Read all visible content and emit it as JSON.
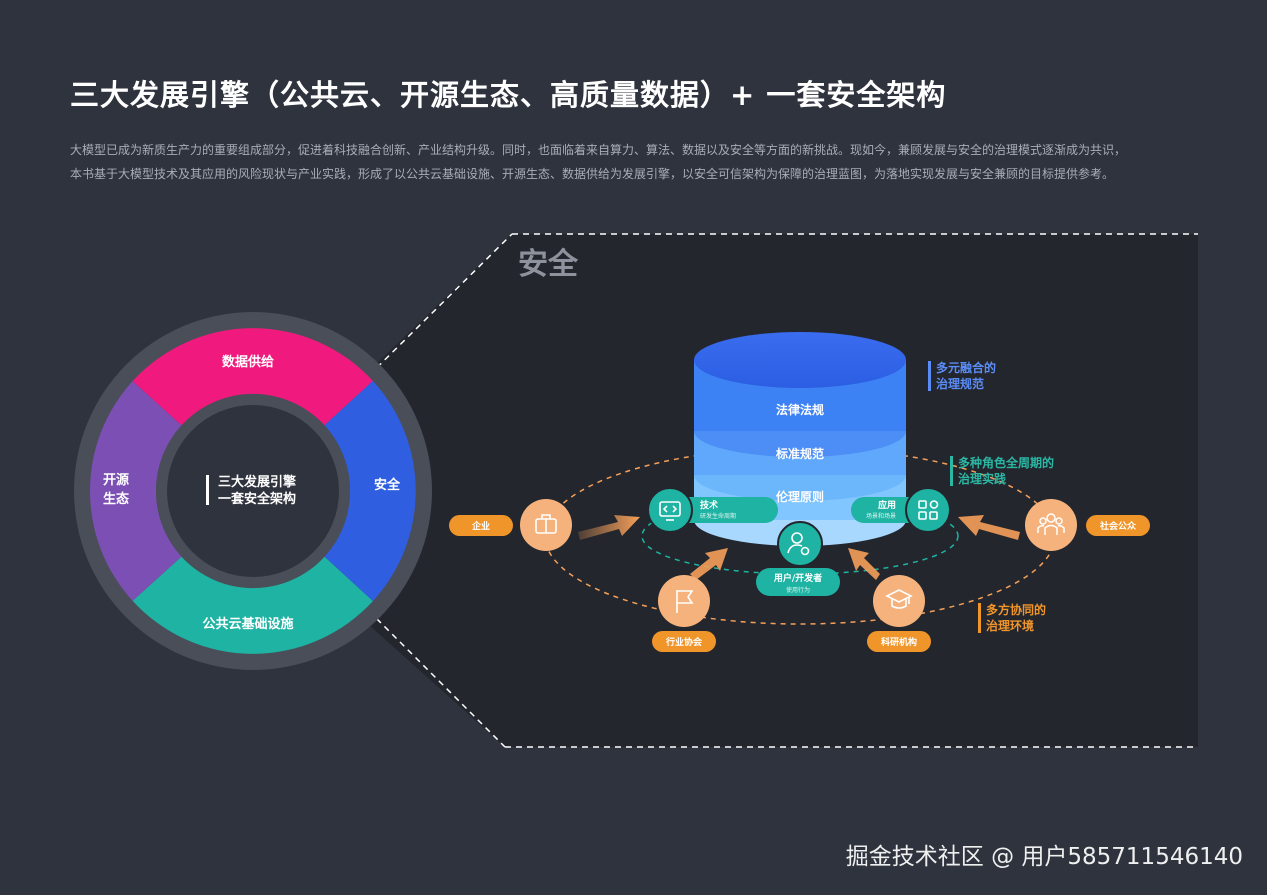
{
  "header": {
    "title": "三大发展引擎（公共云、开源生态、高质量数据）+ 一套安全架构",
    "intro_line1": "大模型已成为新质生产力的重要组成部分，促进着科技融合创新、产业结构升级。同时，也面临着来自算力、算法、数据以及安全等方面的新挑战。现如今，兼顾发展与安全的治理模式逐渐成为共识，",
    "intro_line2": "本书基于大模型技术及其应用的风险现状与产业实践，形成了以公共云基础设施、开源生态、数据供给为发展引擎，以安全可信架构为保障的治理蓝图，为落地实现发展与安全兼顾的目标提供参考。"
  },
  "ring": {
    "center_line1": "三大发展引擎",
    "center_line2": "一套安全架构",
    "segments": {
      "data_supply": "数据供给",
      "open_source_1": "开源",
      "open_source_2": "生态",
      "security": "安全",
      "public_cloud": "公共云基础设施"
    }
  },
  "security_panel": {
    "title": "安全",
    "cylinder": {
      "layer1": "法律法规",
      "layer2": "标准规范",
      "layer3": "伦理原则"
    },
    "notes": {
      "multi_governance_1": "多元融合的",
      "multi_governance_2": "治理规范",
      "lifecycle_1": "多种角色全周期的",
      "lifecycle_2": "治理实践",
      "collab_1": "多方协同的",
      "collab_2": "治理环境"
    },
    "roles": {
      "tech_label": "技术",
      "tech_sub": "研发生命周期",
      "app_label": "应用",
      "app_sub": "场景和场景",
      "user_label": "用户/开发者",
      "user_sub": "使用行为"
    },
    "actors": {
      "enterprise": "企业",
      "industry_assoc": "行业协会",
      "research": "科研机构",
      "public": "社会公众"
    }
  },
  "watermark": "掘金技术社区 @ 用户585711546140",
  "colors": {
    "background": "#2f333d",
    "panel": "#23262d",
    "pink": "#f0197d",
    "purple": "#7b4fb3",
    "blue": "#2f5fe0",
    "teal": "#1eb3a2",
    "orange": "#f0952a",
    "orange_light": "#f5b27c"
  }
}
